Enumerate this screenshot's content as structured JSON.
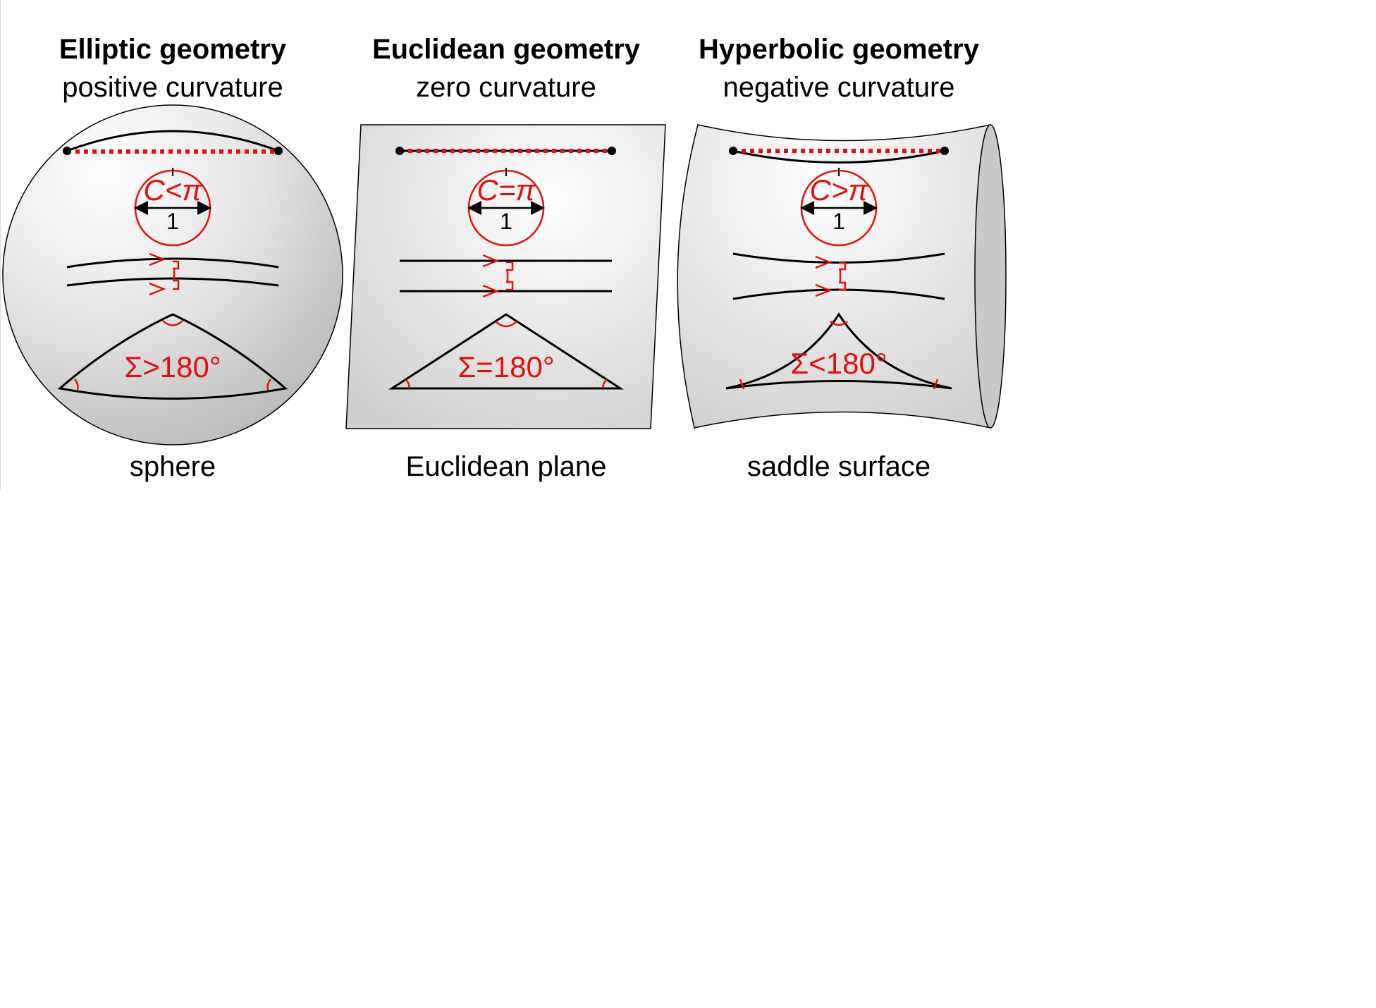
{
  "panels": [
    {
      "title": "Elliptic geometry",
      "subtitle": "positive curvature",
      "circle_label": "C<π",
      "unit_label": "1",
      "angle_sum_label": "Σ>180°",
      "caption": "sphere"
    },
    {
      "title": "Euclidean geometry",
      "subtitle": "zero curvature",
      "circle_label": "C=π",
      "unit_label": "1",
      "angle_sum_label": "Σ=180°",
      "caption": "Euclidean plane"
    },
    {
      "title": "Hyperbolic geometry",
      "subtitle": "negative curvature",
      "circle_label": "C>π",
      "unit_label": "1",
      "angle_sum_label": "Σ<180°",
      "caption": "saddle surface"
    }
  ],
  "colors": {
    "accent_red": "#e10f0f",
    "surface_light": "#f5f5f5",
    "surface_dark": "#c4c4c4",
    "line": "#000000"
  }
}
